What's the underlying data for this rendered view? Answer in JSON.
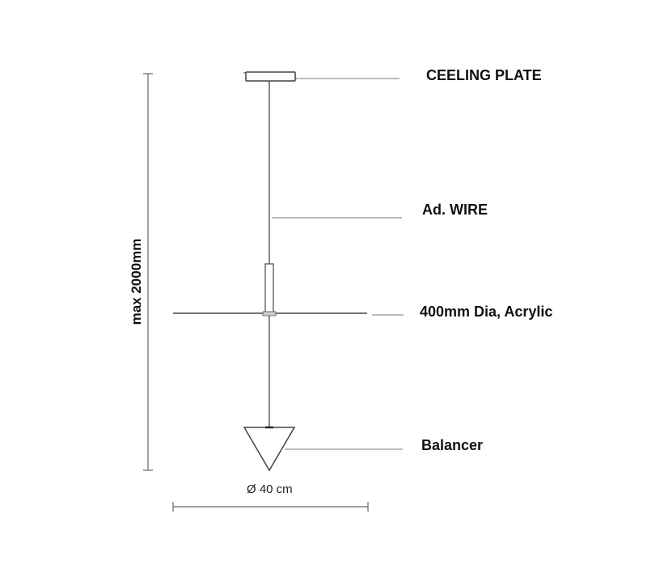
{
  "labels": {
    "ceiling_plate": "CEELING PLATE",
    "wire": "Ad. WIRE",
    "acrylic": "400mm Dia, Acrylic",
    "balancer": "Balancer"
  },
  "dimensions": {
    "height": "max 2000mm",
    "width": "Ø 40 cm"
  },
  "colors": {
    "line": "#555555",
    "text": "#111111"
  }
}
